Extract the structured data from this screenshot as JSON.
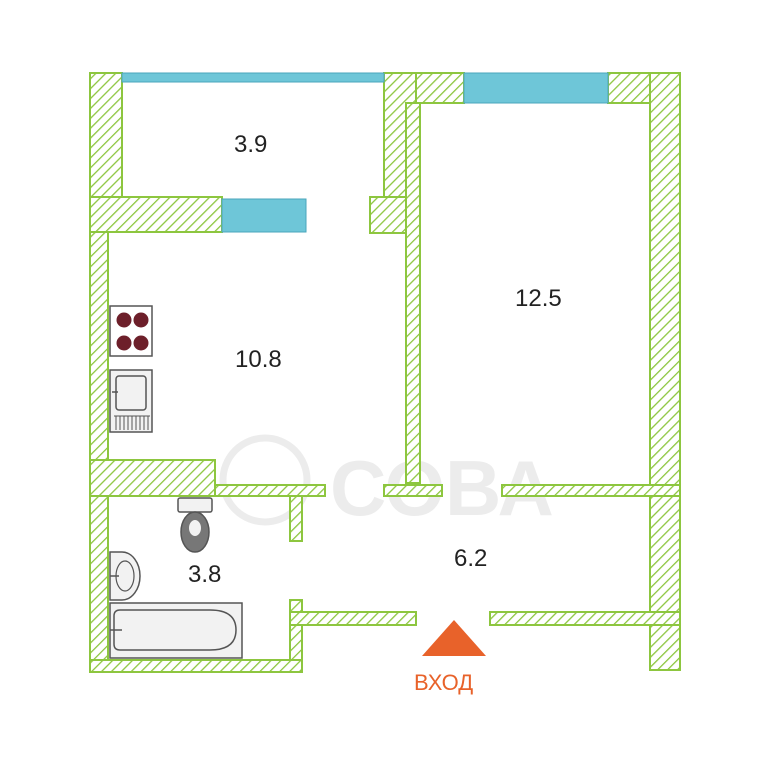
{
  "watermark": {
    "text": "СОВА"
  },
  "rooms": {
    "balcony": {
      "area": "3.9"
    },
    "kitchen": {
      "area": "10.8"
    },
    "living_room": {
      "area": "12.5"
    },
    "bathroom": {
      "area": "3.8"
    },
    "hallway": {
      "area": "6.2"
    }
  },
  "entrance": {
    "label": "ВХОД",
    "color": "#e8622a"
  },
  "colors": {
    "wall_outline": "#8dc63f",
    "window": "#6ec6d8",
    "entrance_arrow": "#e8622a"
  }
}
